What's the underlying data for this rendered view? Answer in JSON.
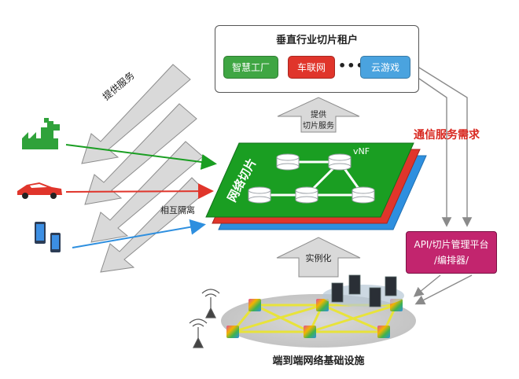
{
  "tenants": {
    "title": "垂直行业切片租户",
    "items": [
      {
        "label": "智慧工厂",
        "color": "#3fa643"
      },
      {
        "label": "车联网",
        "color": "#e0352b"
      },
      {
        "label": "云游戏",
        "color": "#4aa3df"
      }
    ],
    "ellipsis": "•••"
  },
  "labels": {
    "provide_service_diag": "提供服务",
    "provide_slice_line1": "提供",
    "provide_slice_line2": "切片服务",
    "comm_demand": "通信服务需求",
    "isolation": "相互隔离",
    "network_slice": "网络切片",
    "vnf": "vNF",
    "instantiate": "实例化",
    "infrastructure": "端到端网络基础设施"
  },
  "api": {
    "line1": "API/切片管理平台",
    "line2": "/编排器/"
  },
  "colors": {
    "green": "#1a9e22",
    "red": "#e0352b",
    "blue": "#2e8fdf",
    "magenta": "#c2256e",
    "comm_demand_text": "#d8261e"
  }
}
